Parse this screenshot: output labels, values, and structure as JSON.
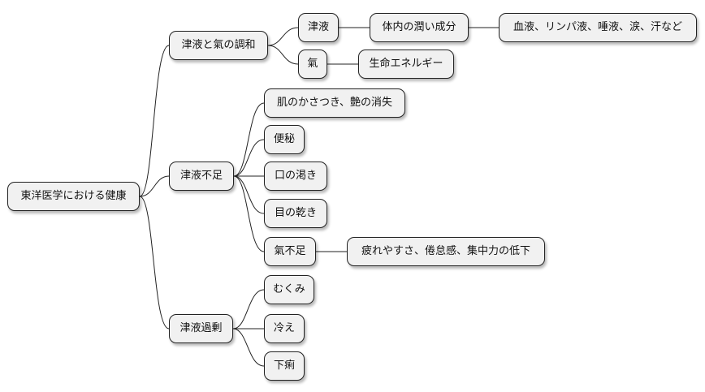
{
  "root": "東洋医学における健康",
  "branches": {
    "harmony": {
      "label": "津液と氣の調和",
      "fluids": {
        "label": "津液",
        "moisture": "体内の潤い成分",
        "examples": "血液、リンパ液、唾液、涙、汗など"
      },
      "qi": {
        "label": "氣",
        "life_energy": "生命エネルギー"
      }
    },
    "deficiency": {
      "label": "津液不足",
      "items": [
        "肌のかさつき、艶の消失",
        "便秘",
        "口の渇き",
        "目の乾き"
      ],
      "qi_deficiency": {
        "label": "氣不足",
        "symptoms": "疲れやすさ、倦怠感、集中力の低下"
      }
    },
    "excess": {
      "label": "津液過剰",
      "items": [
        "むくみ",
        "冷え",
        "下痢"
      ]
    }
  }
}
